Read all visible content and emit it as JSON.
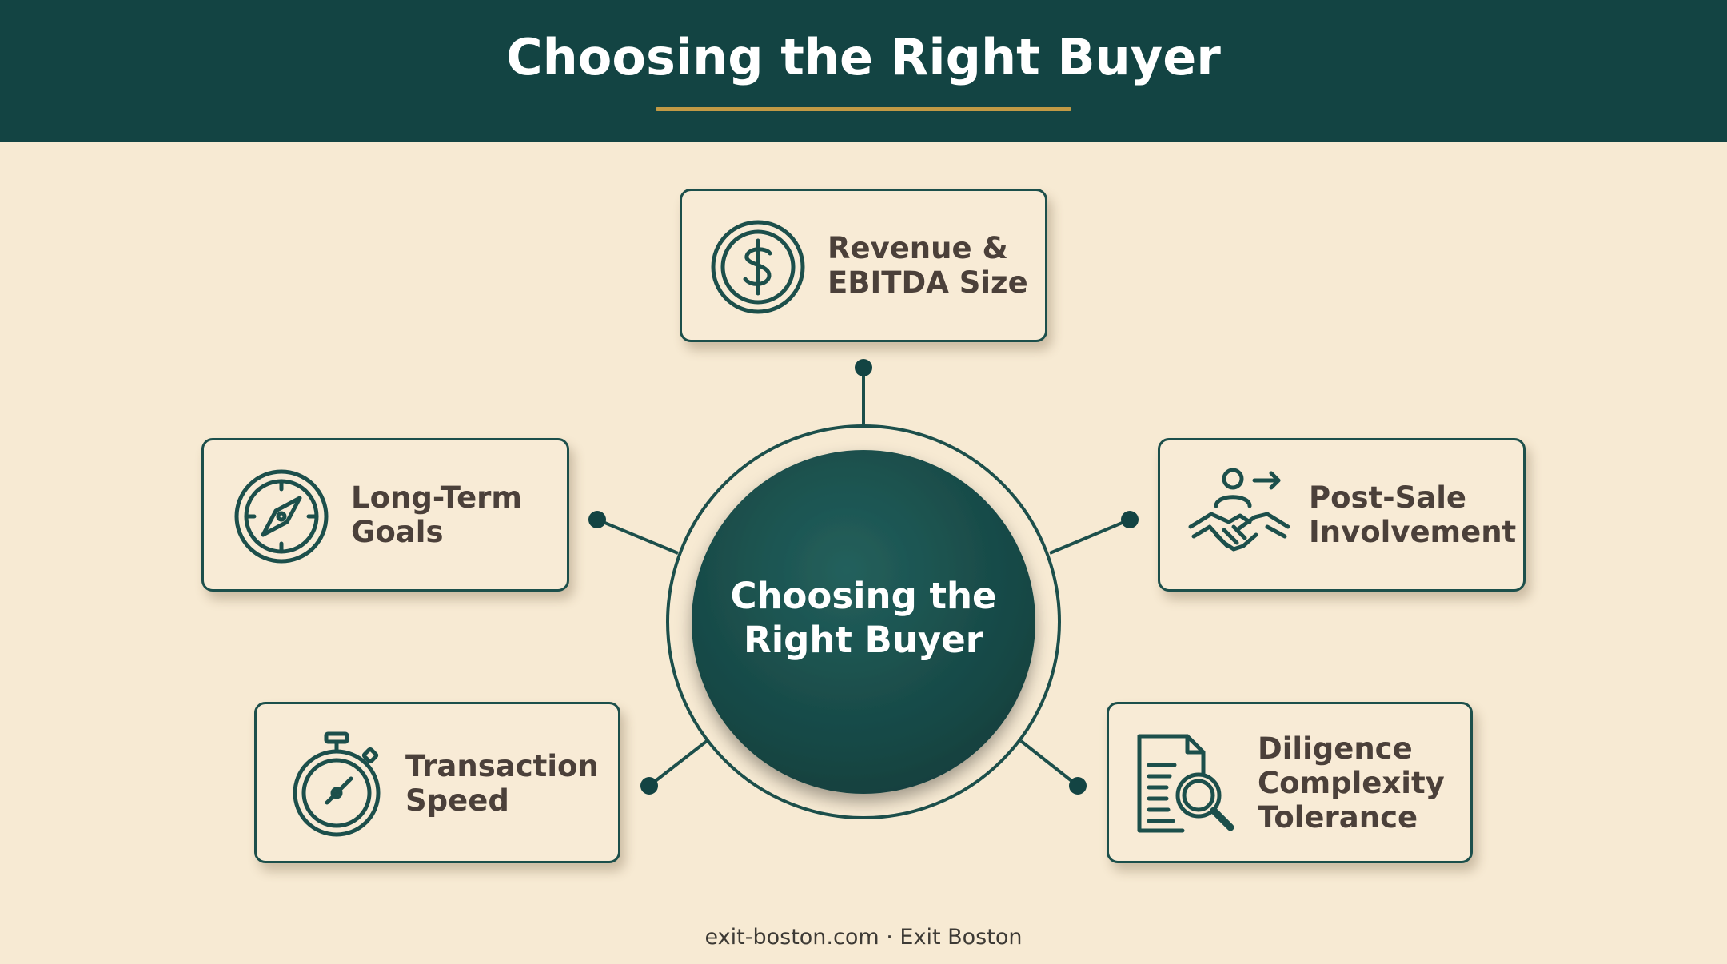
{
  "header": {
    "title": "Choosing the Right Buyer"
  },
  "hub": {
    "lines": [
      "Choosing the",
      "Right Buyer"
    ]
  },
  "cards": {
    "revenue": {
      "lines": [
        "Revenue &",
        "EBITDA Size"
      ],
      "icon": "dollar-coin-icon"
    },
    "longterm": {
      "lines": [
        "Long-Term",
        "Goals"
      ],
      "icon": "compass-icon"
    },
    "postsale": {
      "lines": [
        "Post-Sale",
        "Involvement"
      ],
      "icon": "handshake-icon"
    },
    "speed": {
      "lines": [
        "Transaction",
        "Speed"
      ],
      "icon": "stopwatch-icon"
    },
    "diligence": {
      "lines": [
        "Diligence",
        "Complexity",
        "Tolerance"
      ],
      "icon": "document-search-icon"
    }
  },
  "footer": {
    "text": "exit-boston.com · Exit Boston"
  },
  "colors": {
    "header_bg": "#134443",
    "accent_rule": "#c29a45",
    "background": "#f7ead3",
    "hub": "#185250",
    "card_text": "#4b403a"
  }
}
